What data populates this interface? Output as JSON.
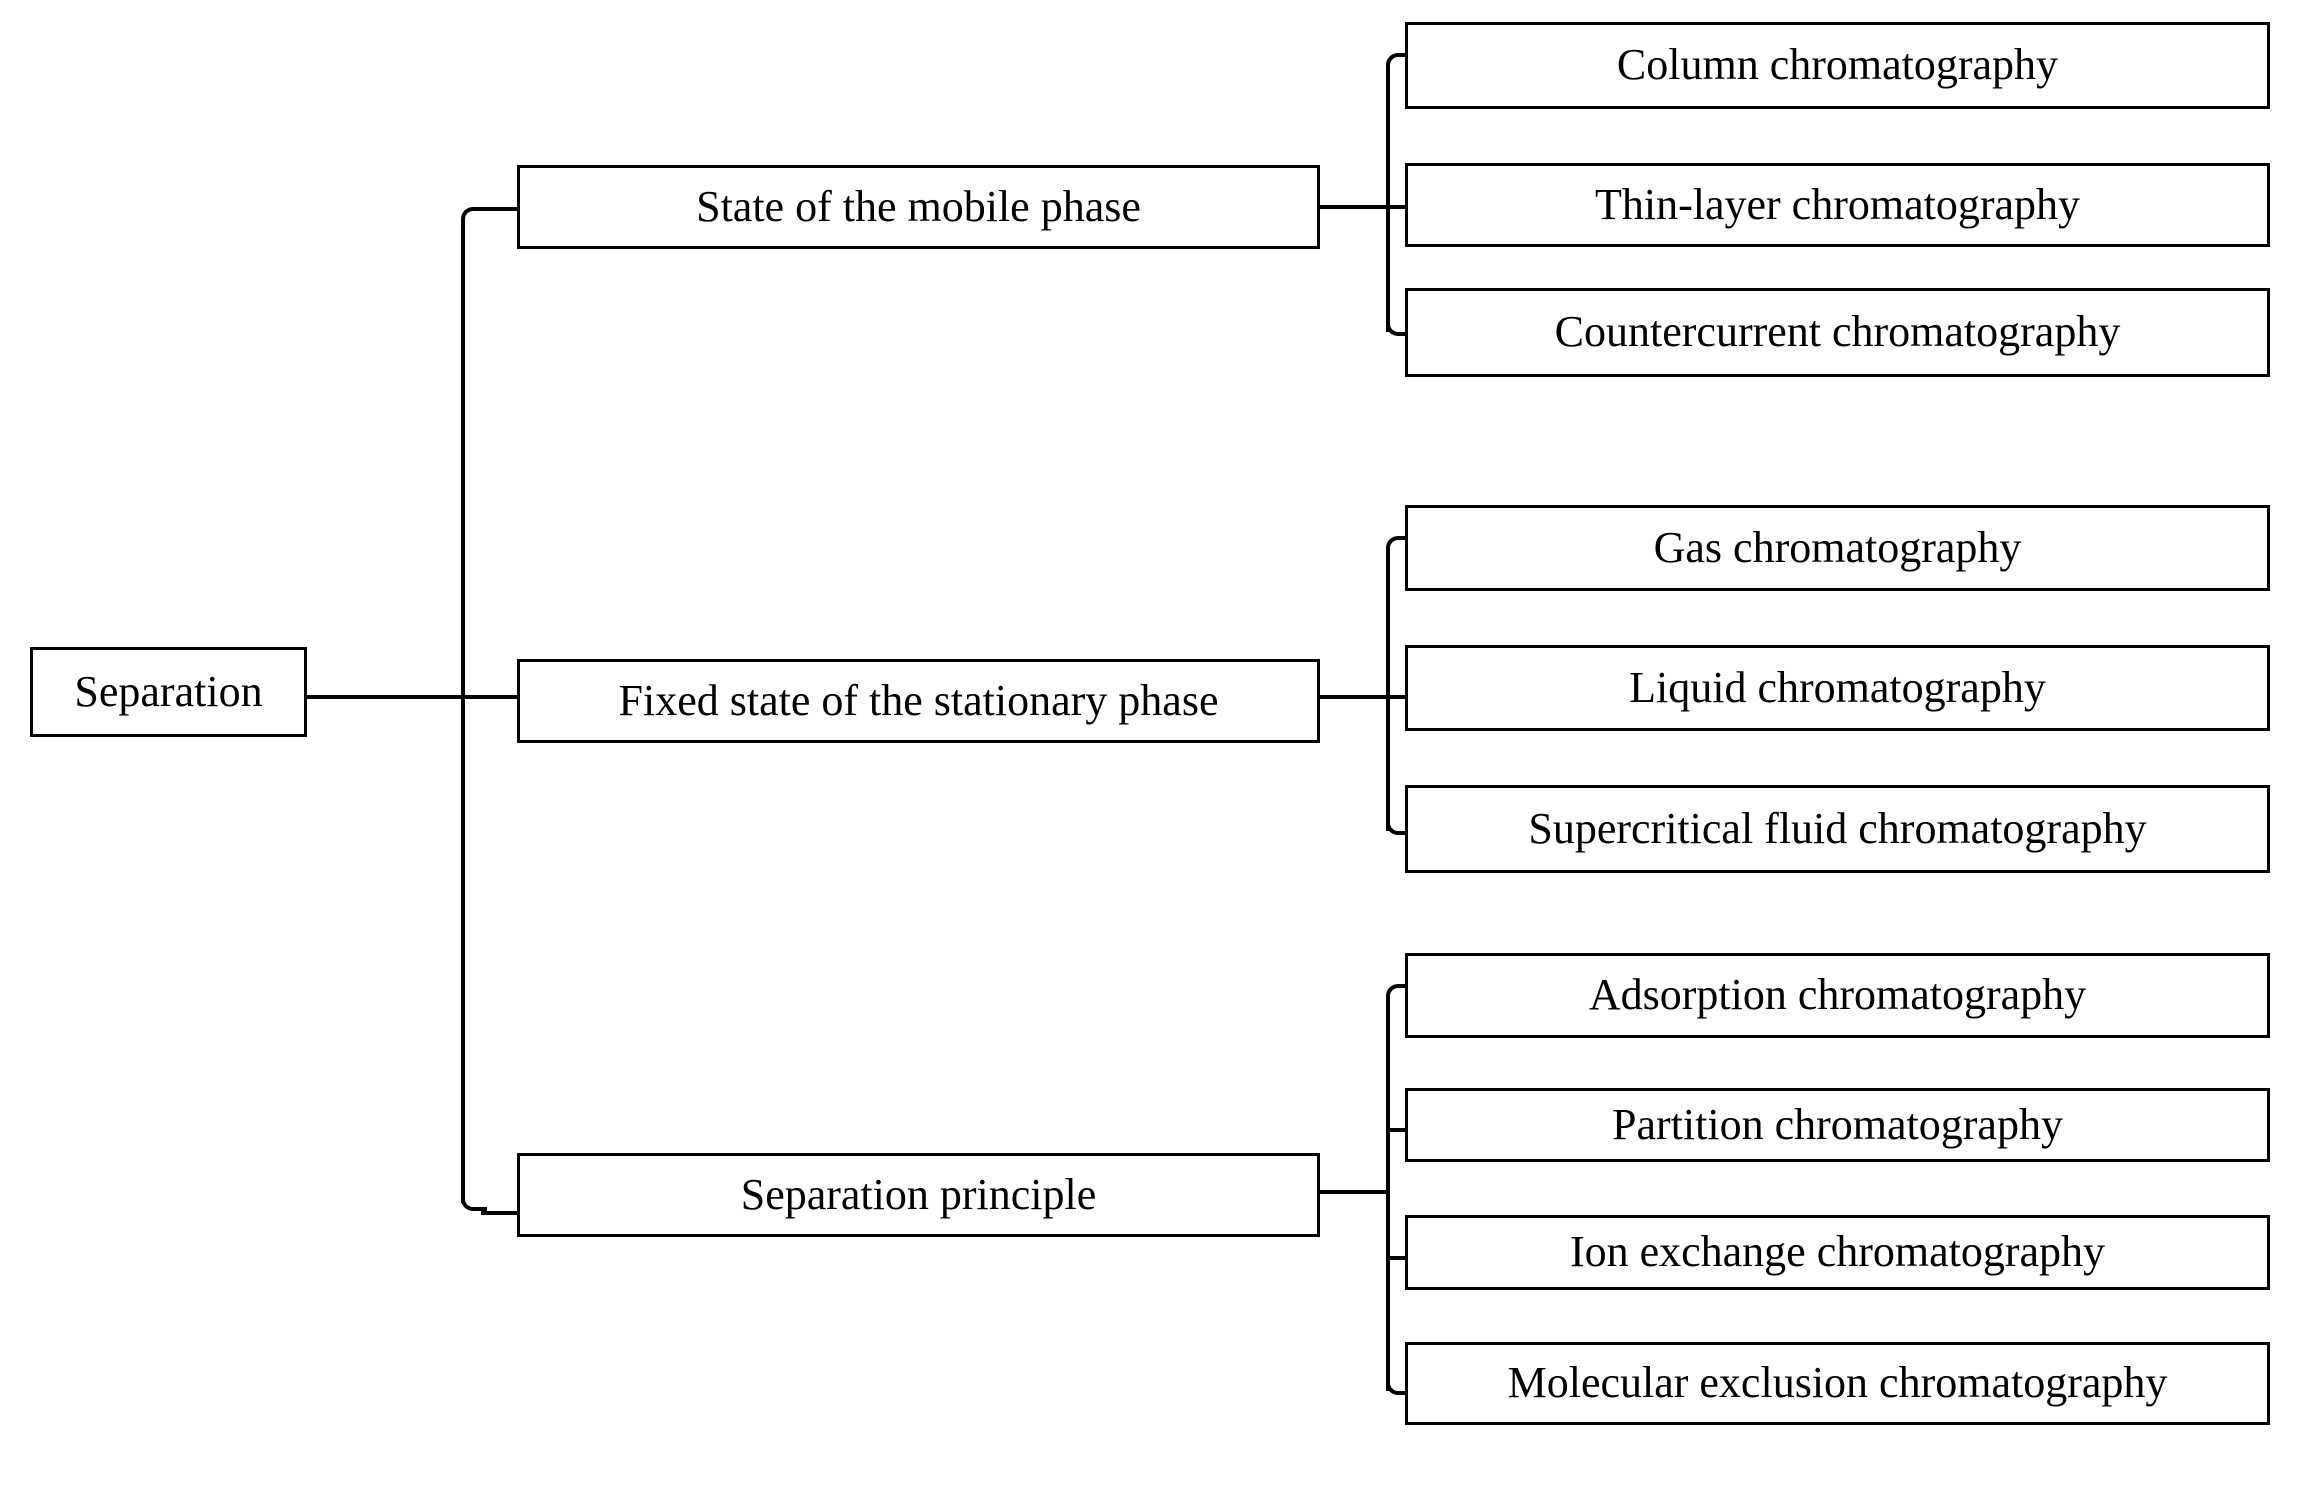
{
  "diagram": {
    "type": "hierarchy-tree",
    "orientation": "left-to-right",
    "root": {
      "label": "Separation"
    },
    "branches": [
      {
        "label": "State of the mobile phase",
        "children": [
          {
            "label": "Column chromatography"
          },
          {
            "label": "Thin-layer chromatography"
          },
          {
            "label": "Countercurrent chromatography"
          }
        ]
      },
      {
        "label": "Fixed state of the stationary phase",
        "children": [
          {
            "label": "Gas chromatography"
          },
          {
            "label": "Liquid chromatography"
          },
          {
            "label": "Supercritical fluid chromatography"
          }
        ]
      },
      {
        "label": "Separation principle",
        "children": [
          {
            "label": "Adsorption chromatography"
          },
          {
            "label": "Partition chromatography"
          },
          {
            "label": "Ion exchange chromatography"
          },
          {
            "label": "Molecular exclusion chromatography"
          }
        ]
      }
    ],
    "colors": {
      "background": "#ffffff",
      "box_border": "#000000",
      "text": "#000000",
      "connector": "#000000"
    }
  }
}
